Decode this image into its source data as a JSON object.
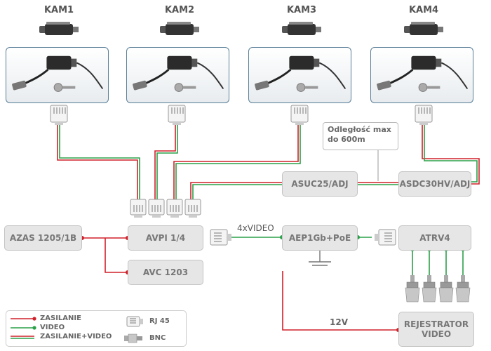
{
  "cameras": [
    {
      "label": "KAM1"
    },
    {
      "label": "KAM2"
    },
    {
      "label": "KAM3"
    },
    {
      "label": "KAM4"
    }
  ],
  "devices": {
    "azas": "AZAS 1205/1B",
    "avpi": "AVPI 1/4",
    "avc": "AVC 1203",
    "aep": "AEP1Gb+PoE",
    "atrv": "ATRV4",
    "asuc": "ASUC25/ADJ",
    "asdc": "ASDC30HV/ADJ",
    "rejestrator": "REJESTRATOR\nVIDEO"
  },
  "labels": {
    "video_link": "4xVIDEO",
    "power_link": "12V",
    "distance_note_line1": "Odległość max",
    "distance_note_line2": "do 600m"
  },
  "legend": {
    "zasilanie": "ZASILANIE",
    "video": "VIDEO",
    "zasilanie_video": "ZASILANIE+VIDEO",
    "rj45": "RJ 45",
    "bnc": "BNC"
  },
  "colors": {
    "power": "#d0202a",
    "video": "#2aa048",
    "device_fill": "#e6e6e6",
    "card_border": "#5a7f98"
  }
}
